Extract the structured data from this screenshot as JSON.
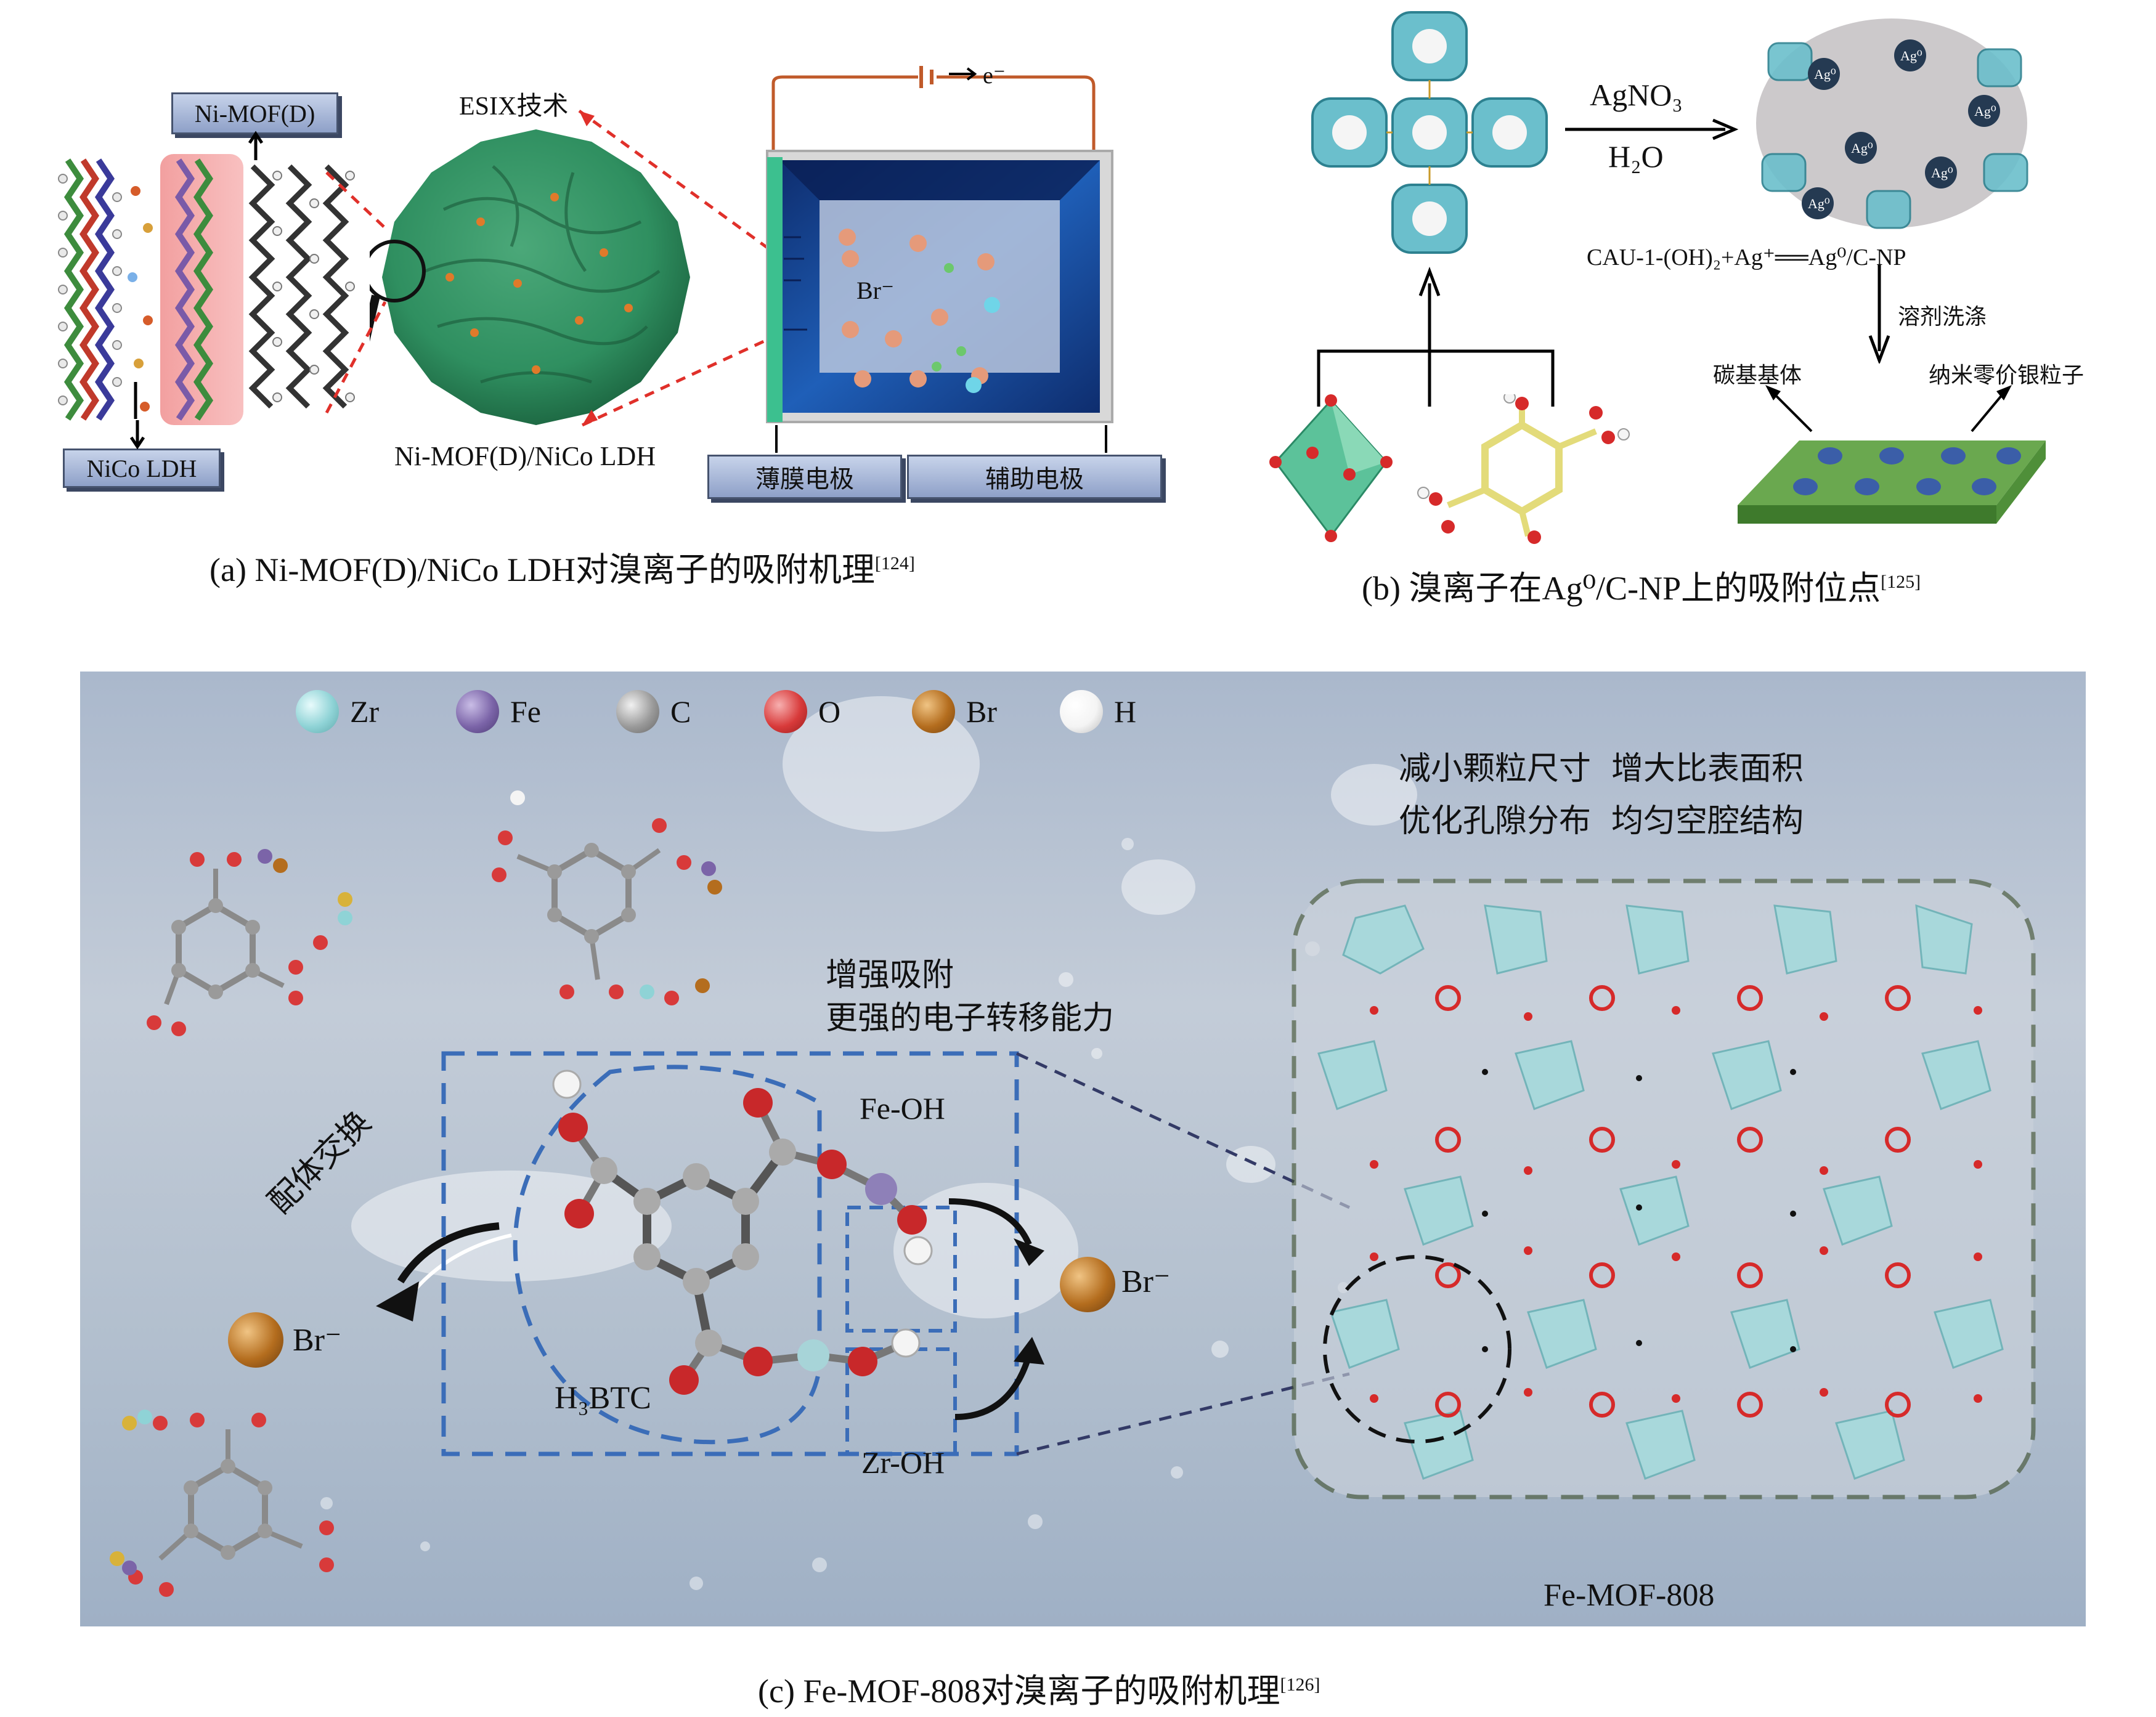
{
  "panel_a": {
    "top_label": "Ni-MOF(D)",
    "bottom_label": "NiCo LDH",
    "esix_title": "ESIX技术",
    "sphere_label": "Ni-MOF(D)/NiCo LDH",
    "electron": "e⁻",
    "bromide": "Br⁻",
    "film_electrode": "薄膜电极",
    "aux_electrode": "辅助电极",
    "caption": "(a) Ni-MOF(D)/NiCo LDH对溴离子的吸附机理",
    "ref": "[124]"
  },
  "panel_b": {
    "reagent": "AgNO₃",
    "solvent": "H₂O",
    "equation": "CAU-1-(OH)₂+Ag⁺══Ag⁰/C-NP",
    "wash": "溶剂洗涤",
    "carbon_matrix": "碳基基体",
    "silver_np": "纳米零价银粒子",
    "ag_label": "Ag⁰",
    "caption": "(b) 溴离子在Ag⁰/C-NP上的吸附位点",
    "ref": "[125]"
  },
  "panel_c": {
    "legend": [
      {
        "label": "Zr",
        "color": "#8fd3d6"
      },
      {
        "label": "Fe",
        "color": "#7b64a8"
      },
      {
        "label": "C",
        "color": "#9a9a9a"
      },
      {
        "label": "O",
        "color": "#d83a3a"
      },
      {
        "label": "Br",
        "color": "#b46d1e"
      },
      {
        "label": "H",
        "color": "#f4f4f4"
      }
    ],
    "benefits_line1": "减小颗粒尺寸  增大比表面积",
    "benefits_line2": "优化孔隙分布  均匀空腔结构",
    "enhance_line1": "增强吸附",
    "enhance_line2": "更强的电子转移能力",
    "ligand_exchange": "配体交换",
    "fe_oh": "Fe-OH",
    "zr_oh": "Zr-OH",
    "h3btc": "H₃BTC",
    "bromide": "Br⁻",
    "mof_name": "Fe-MOF-808",
    "caption": "(c) Fe-MOF-808对溴离子的吸附机理",
    "ref": "[126]"
  }
}
